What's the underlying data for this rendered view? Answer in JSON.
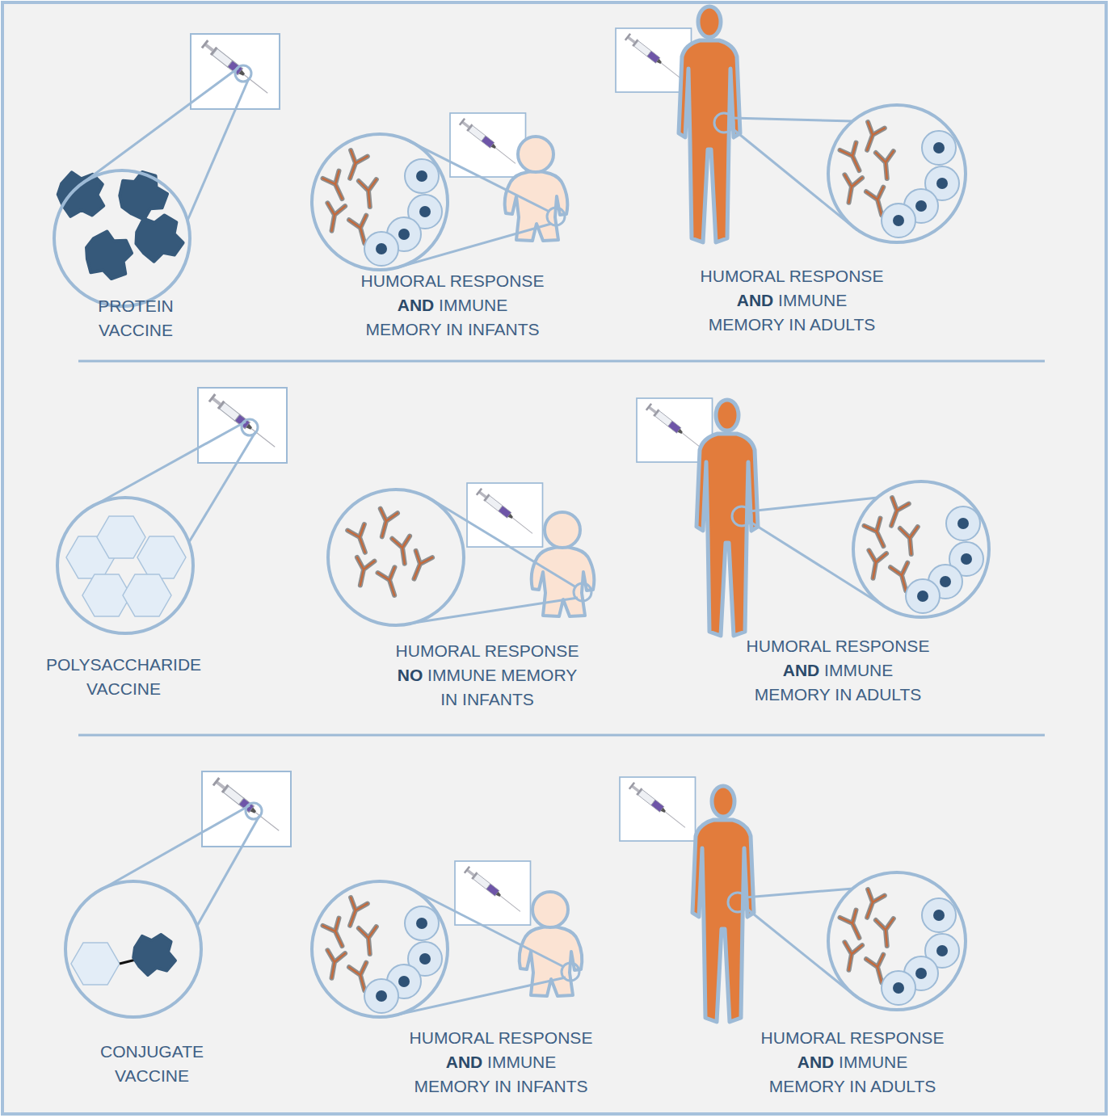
{
  "diagram": {
    "nodes": [
      {
        "text": [
          "PROTEIN VACCINE"
        ]
      },
      {
        "text": [
          "POLYSACCHARIDE VACCINE"
        ]
      },
      {
        "text": [
          "CONJUGATE VACCINE"
        ]
      }
    ],
    "labels": [
      "HUMORAL RESPONSE AND IMMUNE MEMORY IN INFANTS",
      "HUMORAL RESPONSE AND IMMUNE MEMORY IN ADULTS",
      "HUMORAL RESPONSE NO IMMUNE MEMORY IN INFANTS",
      "HUMORAL RESPONSE AND IMMUNE MEMORY IN ADULTS",
      "HUMORAL RESPONSE AND IMMUNE MEMORY IN INFANTS",
      "HUMORAL RESPONSE AND IMMUNE MEMORY IN ADULTS"
    ]
  }
}
